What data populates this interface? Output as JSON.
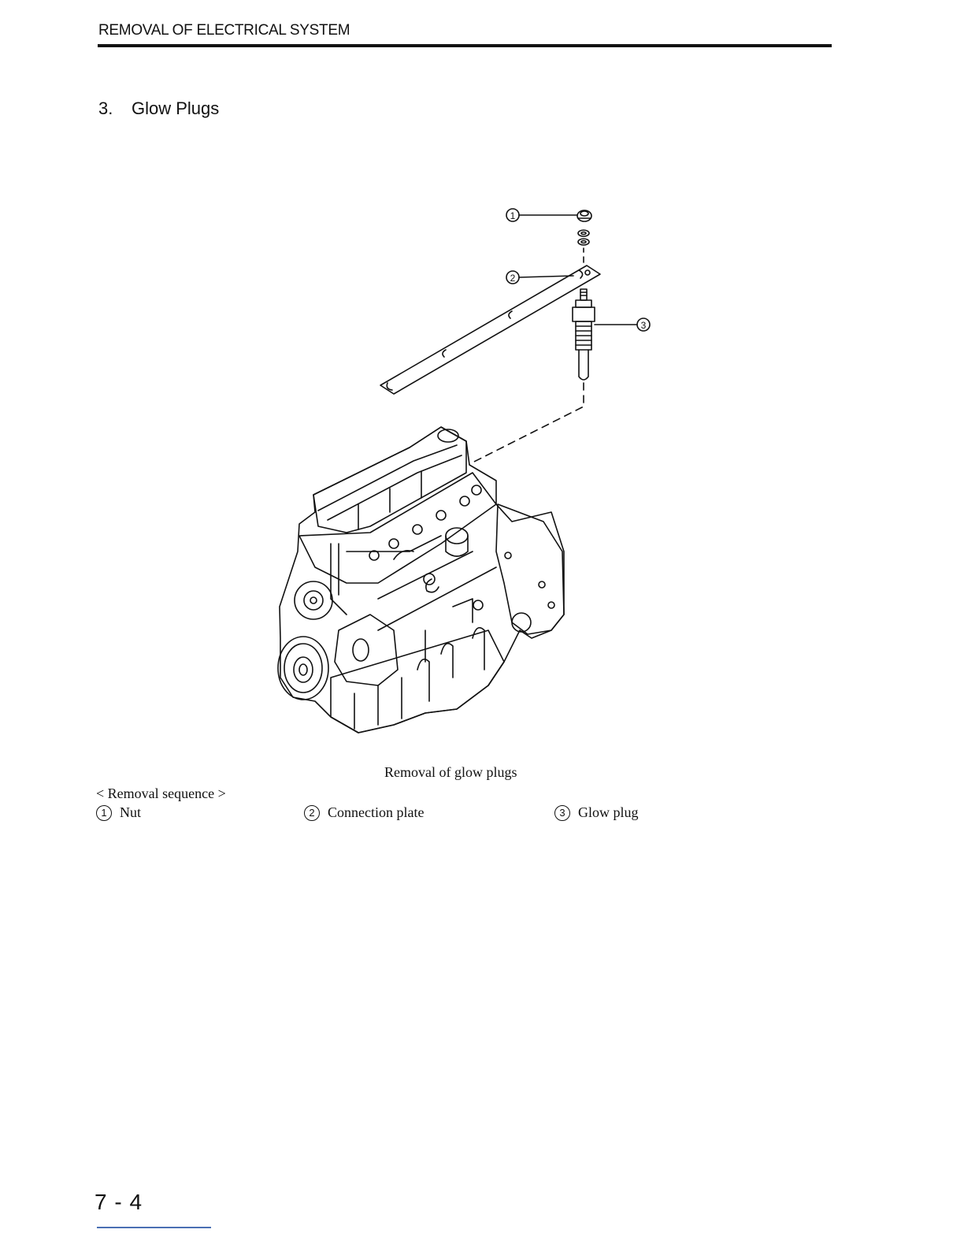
{
  "header": {
    "title": "REMOVAL OF ELECTRICAL SYSTEM"
  },
  "section": {
    "number": "3.",
    "title": "Glow Plugs"
  },
  "figure": {
    "caption": "Removal of glow plugs",
    "callouts": [
      "1",
      "2",
      "3"
    ]
  },
  "removal_sequence": {
    "title": "< Removal sequence >",
    "items": [
      {
        "num": "1",
        "label": "Nut"
      },
      {
        "num": "2",
        "label": "Connection plate"
      },
      {
        "num": "3",
        "label": "Glow plug"
      }
    ]
  },
  "footer": {
    "page_number": "7 - 4"
  }
}
